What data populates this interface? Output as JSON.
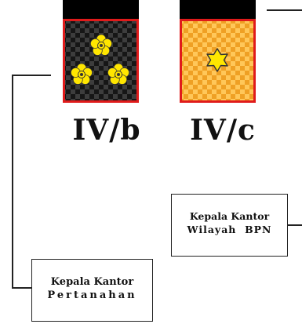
{
  "insignia": [
    {
      "grade": "IV/b",
      "emblem": "flower-icon",
      "emblem_count": 3,
      "field_color": "#222222"
    },
    {
      "grade": "IV/c",
      "emblem": "star-icon",
      "emblem_count": 1,
      "field_color": "#f5a623"
    }
  ],
  "labels": {
    "pertanahan": {
      "line1": "Kepala Kantor",
      "line2": "Pertanahan"
    },
    "wilayah": {
      "line1": "Kepala Kantor",
      "line2": "Wilayah  BPN"
    }
  },
  "colors": {
    "border": "#e01b1b",
    "band": "#000000",
    "flower": "#ffe600",
    "star": "#ffe600",
    "check_dark": "#1a1a1a",
    "check_light": "#3a3a3a",
    "check_orange_a": "#f2a01c",
    "check_orange_b": "#ffc24a"
  }
}
